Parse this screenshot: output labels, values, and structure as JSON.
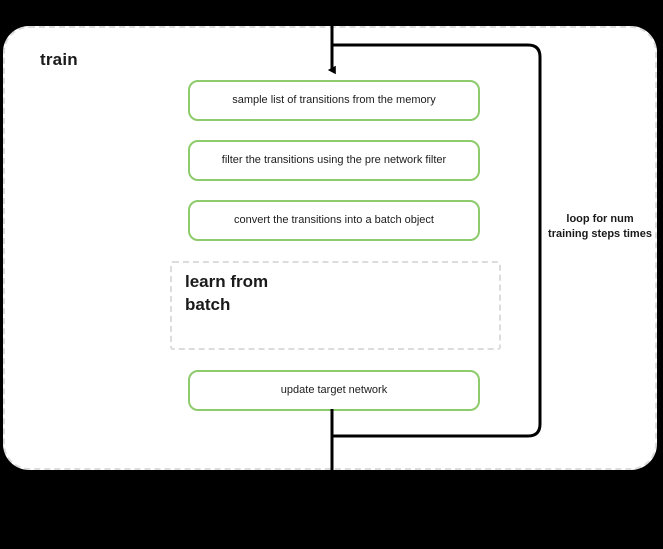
{
  "diagram": {
    "block_title": "train",
    "steps": [
      {
        "id": "sample",
        "label": "sample list of transitions from the memory"
      },
      {
        "id": "filter",
        "label": "filter the transitions using the pre network filter"
      },
      {
        "id": "convert",
        "label": "convert the transitions into a batch object"
      },
      {
        "id": "update",
        "label": "update target network"
      }
    ],
    "sub_block": {
      "title": "learn from batch"
    },
    "loop": {
      "caption": "loop for num training steps times"
    },
    "colors": {
      "step_border": "#8ecb6c",
      "block_border": "#dcdcdc",
      "flow_line": "#000000",
      "canvas": "#000000",
      "surface": "#ffffff",
      "text": "#1a1a1a"
    }
  }
}
